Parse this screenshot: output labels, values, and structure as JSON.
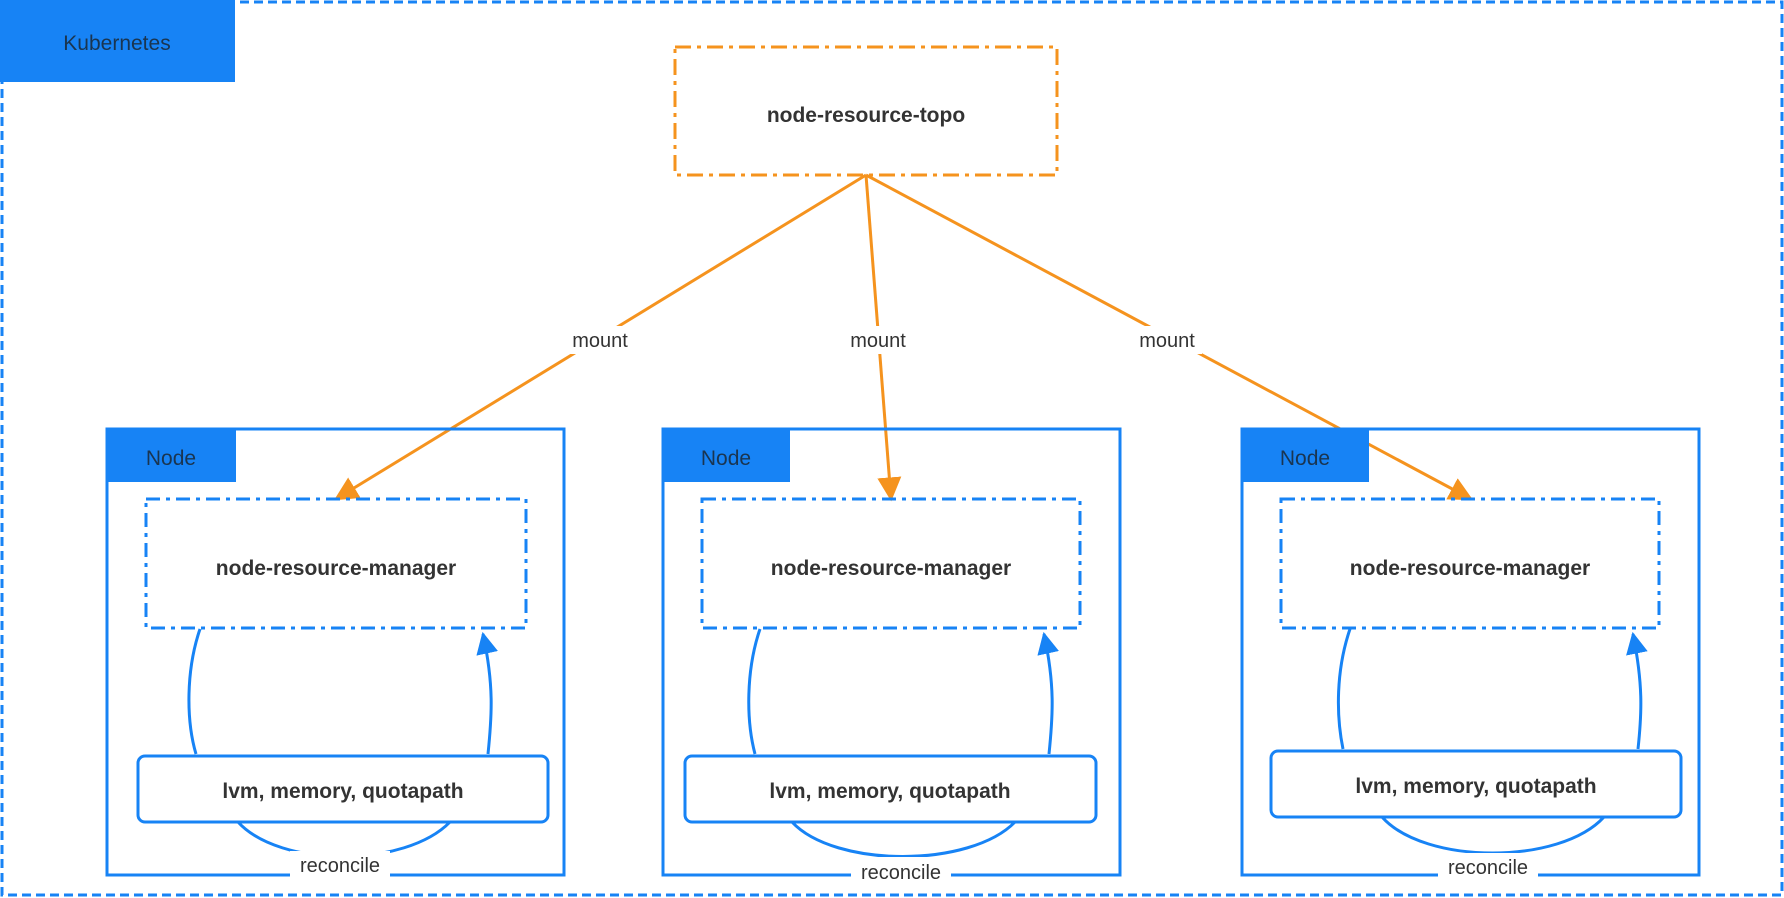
{
  "cluster": {
    "label": "Kubernetes"
  },
  "topo": {
    "label": "node-resource-topo"
  },
  "edges": {
    "mount_label": "mount",
    "reconcile_label": "reconcile"
  },
  "nodes": [
    {
      "tag": "Node",
      "manager": "node-resource-manager",
      "resources": "lvm, memory, quotapath"
    },
    {
      "tag": "Node",
      "manager": "node-resource-manager",
      "resources": "lvm, memory, quotapath"
    },
    {
      "tag": "Node",
      "manager": "node-resource-manager",
      "resources": "lvm, memory, quotapath"
    }
  ],
  "colors": {
    "blue": "#1783f5",
    "orange": "#f5931e",
    "text": "#333333"
  }
}
